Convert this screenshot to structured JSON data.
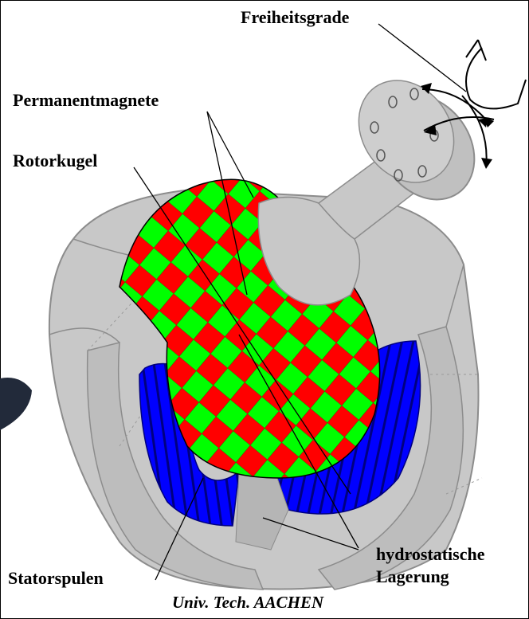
{
  "labels": {
    "degrees_of_freedom": "Freiheitsgrade",
    "permanent_magnets": "Permanentmagnete",
    "rotor_sphere": "Rotorkugel",
    "stator_coils": "Statorspulen",
    "bearing_line1": "hydrostatische",
    "bearing_line2": "Lagerung",
    "credit": "Univ. Tech. AACHEN"
  },
  "colors": {
    "housing": "#c8c8c8",
    "housing_edge": "#8c8c8c",
    "magnet_red": "#ff0000",
    "magnet_green": "#00ff00",
    "coil_blue": "#0000ff",
    "coil_dark": "#000080",
    "line": "#000000"
  }
}
